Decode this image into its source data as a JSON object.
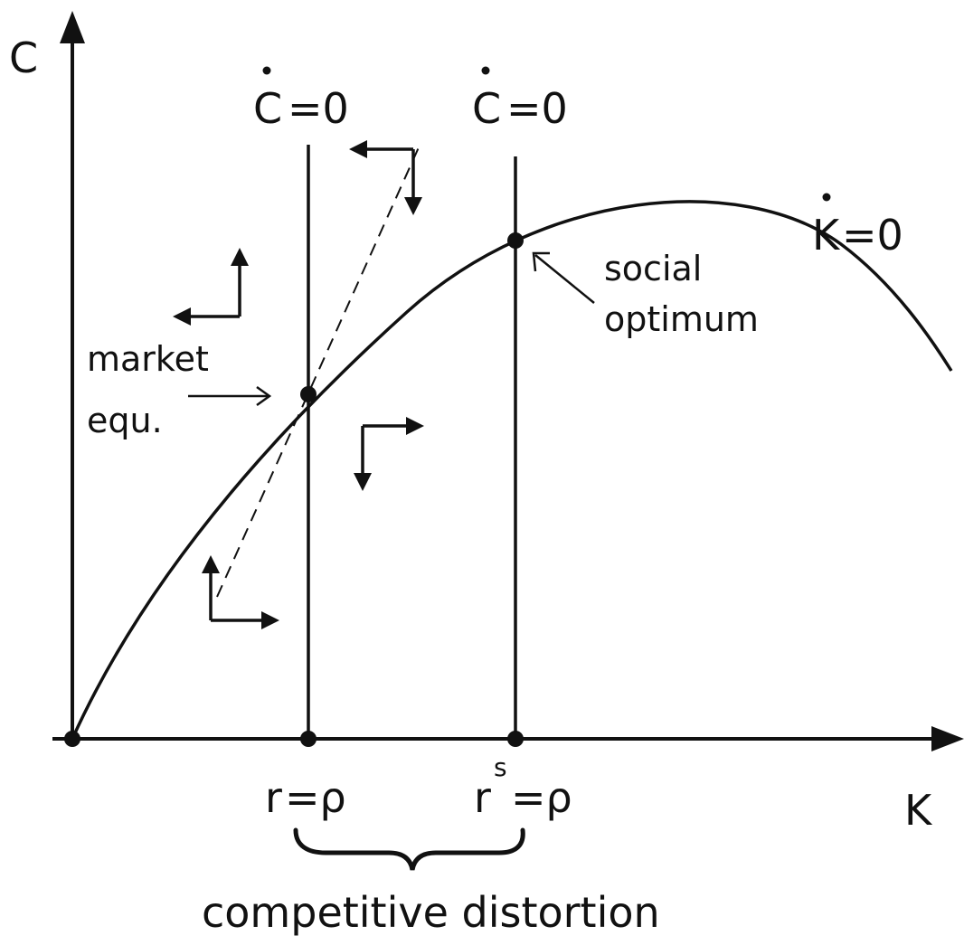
{
  "axes": {
    "y_label": "C",
    "x_label": "K"
  },
  "curves": {
    "k_dot_label": "K",
    "k_dot_eq": "=0",
    "c_dot_market_label": "C",
    "c_dot_market_eq": "=0",
    "c_dot_social_label": "C",
    "c_dot_social_eq": "=0"
  },
  "points": {
    "market": [
      "market",
      "equ."
    ],
    "social": [
      "social",
      "optimum"
    ]
  },
  "ticks": {
    "market_r": "r",
    "market_eq": "=ρ",
    "social_r": "r",
    "social_sup": "s",
    "social_eq": "=ρ"
  },
  "brace_label": "competitive distortion",
  "colors": {
    "ink": "#111111",
    "background": "#ffffff"
  }
}
